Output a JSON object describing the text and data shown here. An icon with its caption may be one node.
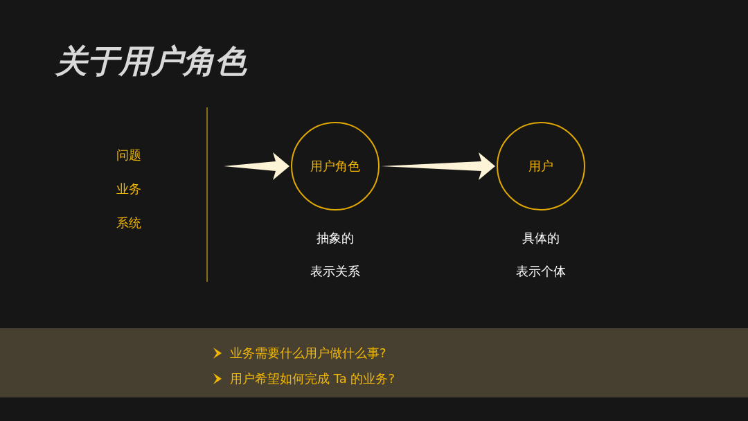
{
  "diagram": {
    "title": "关于用户角色",
    "nodes": [
      {
        "text": [
          "用户角色"
        ],
        "beside": [
          "抽象的",
          "表示关系"
        ]
      },
      {
        "text": [
          "用户"
        ],
        "beside": [
          "具体的",
          "表示个体"
        ]
      }
    ],
    "edges": [
      {
        "from": null,
        "to": 0,
        "arrow": "to"
      },
      {
        "from": 0,
        "to": 1,
        "arrow": "to"
      }
    ],
    "labels": [
      "问题",
      "业务",
      "系统",
      "业务需要什么用户做什么事?",
      "用户希望如何完成 Ta 的业务?"
    ]
  }
}
